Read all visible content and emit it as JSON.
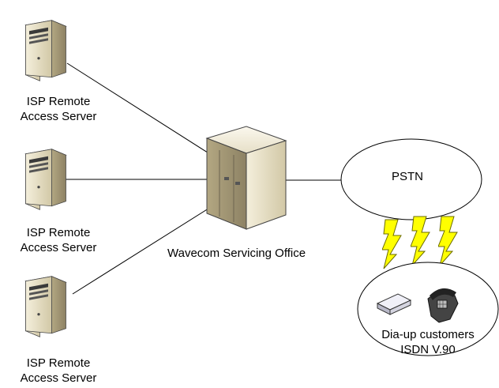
{
  "servers": [
    {
      "label_line1": "ISP Remote",
      "label_line2": "Access Server"
    },
    {
      "label_line1": "ISP Remote",
      "label_line2": "Access Server"
    },
    {
      "label_line1": "ISP Remote",
      "label_line2": "Access Server"
    }
  ],
  "office": {
    "label": "Wavecom Servicing Office"
  },
  "pstn": {
    "label": "PSTN"
  },
  "customers": {
    "label_line1": "Dia-up customers",
    "label_line2": "ISDN  V.90"
  },
  "colors": {
    "bolt": "#ffff00",
    "server_body": "#e9e2c8",
    "server_side": "#bdb28e",
    "server_front": "#d8cfae"
  }
}
